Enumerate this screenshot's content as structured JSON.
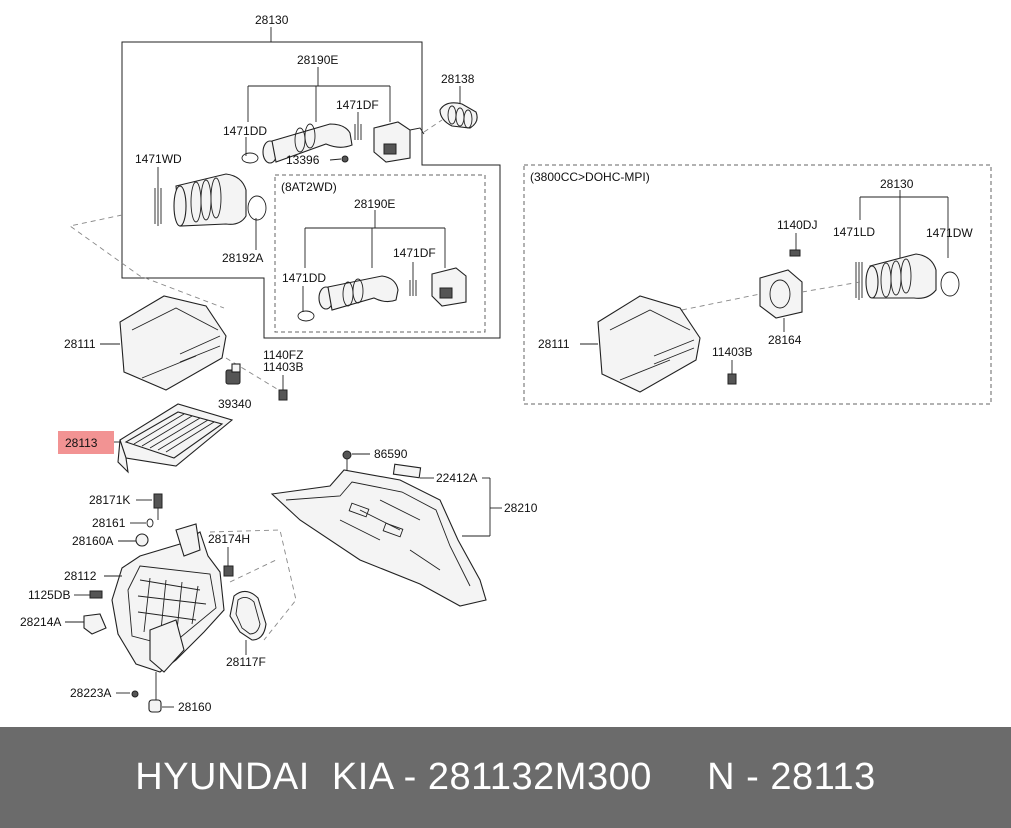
{
  "diagram": {
    "labels": {
      "p28130_top": "28130",
      "p28190E_top": "28190E",
      "p28138": "28138",
      "p1471DF_top": "1471DF",
      "p1471DD_top": "1471DD",
      "p1471WD": "1471WD",
      "p13396": "13396",
      "p8AT2WD": "(8AT2WD)",
      "p28190E_in": "28190E",
      "p1471DF_in": "1471DF",
      "p1471DD_in": "1471DD",
      "p28192A": "28192A",
      "p3800": "(3800CC>DOHC-MPI)",
      "p28130_r": "28130",
      "p1140DJ": "1140DJ",
      "p1471LD": "1471LD",
      "p1471DW": "1471DW",
      "p28111_r": "28111",
      "p28164": "28164",
      "p11403B_r": "11403B",
      "p28111": "28111",
      "p1140FZ": "1140FZ",
      "p11403B": "11403B",
      "p39340": "39340",
      "p28113": "28113",
      "p86590": "86590",
      "p22412A": "22412A",
      "p28210": "28210",
      "p28171K": "28171K",
      "p28161": "28161",
      "p28160A": "28160A",
      "p28174H": "28174H",
      "p28112": "28112",
      "p1125DB": "1125DB",
      "p28214A": "28214A",
      "p28117F": "28117F",
      "p28223A": "28223A",
      "p28160": "28160"
    },
    "highlight_color": "#f08080"
  },
  "footer": {
    "text": "HYUNDAI  KIA - 281132M300     N - 28113",
    "background": "#6b6b6b"
  }
}
